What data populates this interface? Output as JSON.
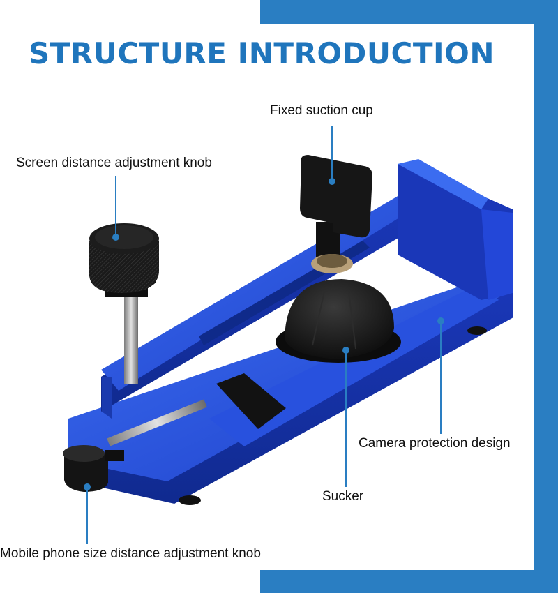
{
  "title": "STRUCTURE INTRODUCTION",
  "colors": {
    "accent": "#2a7ec2",
    "title": "#1f75bc",
    "frame_blue": "#1f3fd6",
    "knob": "#141414"
  },
  "labels": {
    "fixed_suction_cup": "Fixed suction cup",
    "screen_knob": "Screen distance adjustment knob",
    "camera_protection": "Camera protection design",
    "sucker": "Sucker",
    "phone_size_knob": "Mobile phone size distance adjustment knob"
  }
}
